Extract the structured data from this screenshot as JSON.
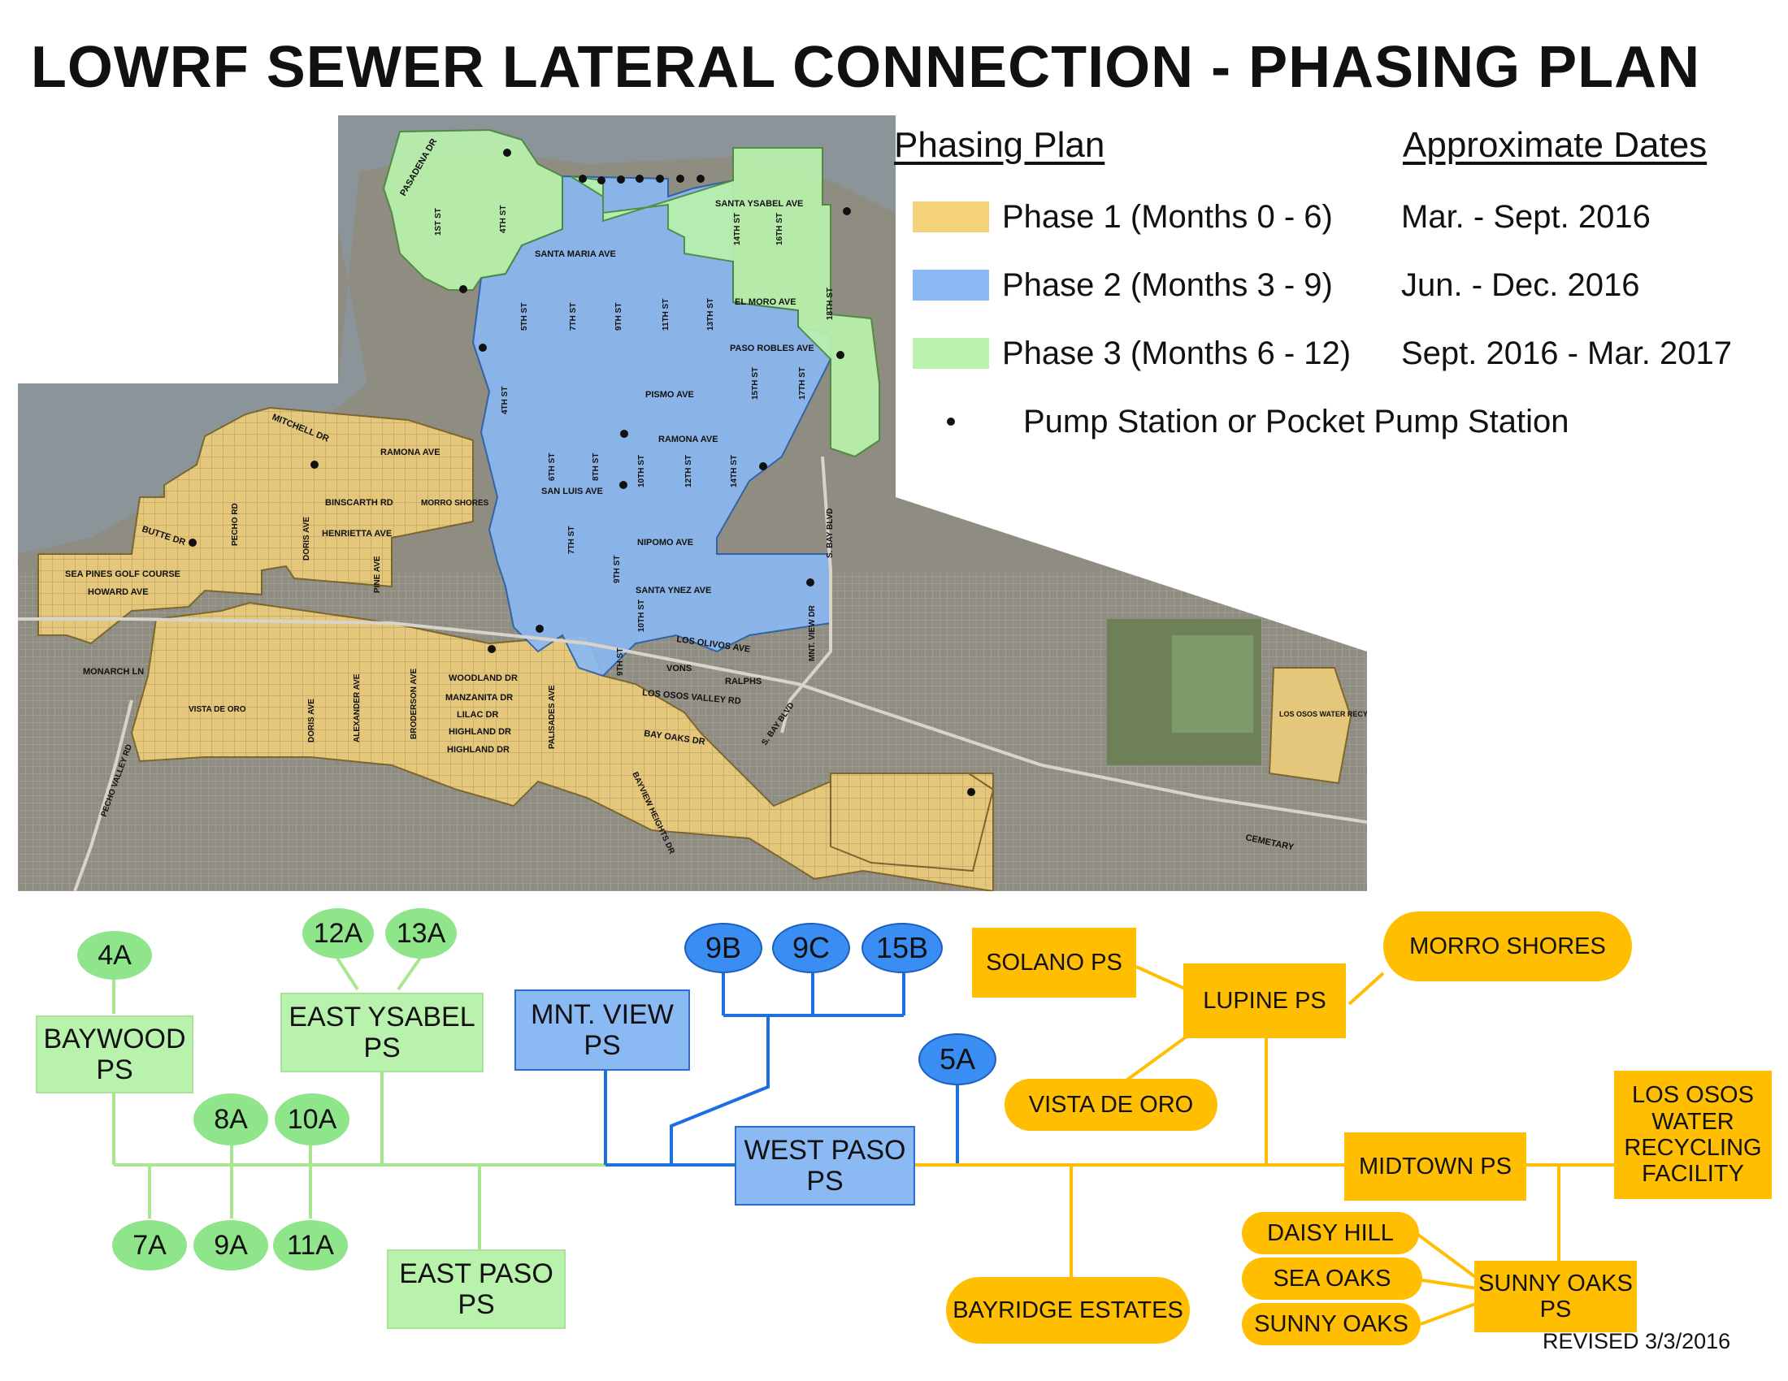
{
  "title": "LOWRF SEWER LATERAL CONNECTION - PHASING PLAN",
  "colors": {
    "phase1": "#f3d27a",
    "phase2": "#8ab9f4",
    "phase3": "#b9f2ad",
    "green_node": "#8ee58a",
    "blue_node": "#3a8df2",
    "orange_node": "#ffbe00"
  },
  "legend": {
    "heading_plan": "Phasing Plan",
    "heading_dates": "Approximate Dates",
    "phase1": {
      "label": "Phase 1 (Months 0 - 6)",
      "dates": "Mar. - Sept. 2016"
    },
    "phase2": {
      "label": "Phase 2 (Months 3 - 9)",
      "dates": "Jun. - Dec. 2016"
    },
    "phase3": {
      "label": "Phase 3 (Months 6 - 12)",
      "dates": "Sept. 2016 - Mar. 2017"
    },
    "pump_station": "Pump Station or Pocket Pump Station"
  },
  "map_labels": {
    "pasadena_dr": "PASADENA DR",
    "st_1st": "1ST ST",
    "st_4th_top": "4TH ST",
    "santa_ysabel_ave": "SANTA YSABEL AVE",
    "st_14th_top": "14TH ST",
    "st_16th_top": "16TH ST",
    "santa_maria_ave": "SANTA MARIA AVE",
    "el_moro_ave": "EL MORO AVE",
    "st_18th": "18TH ST",
    "st_5th": "5TH ST",
    "st_7th_top": "7TH ST",
    "st_9th_top": "9TH ST",
    "st_11th": "11TH ST",
    "st_13th": "13TH ST",
    "paso_robles_ave": "PASO ROBLES AVE",
    "st_15th": "15TH ST",
    "st_17th": "17TH ST",
    "pismo_ave": "PISMO AVE",
    "st_4th_mid": "4TH ST",
    "mitchell_dr": "MITCHELL DR",
    "ramona_ave_w": "RAMONA AVE",
    "ramona_ave_e": "RAMONA AVE",
    "st_6th": "6TH ST",
    "st_8th": "8TH ST",
    "st_10th_mid": "10TH ST",
    "st_12th": "12TH ST",
    "st_14th_mid": "14TH ST",
    "binscarth_rd": "BINSCARTH RD",
    "morro_shores": "MORRO SHORES",
    "san_luis_ave": "SAN LUIS AVE",
    "s_bay_blvd_n": "S. BAY BLVD",
    "butte_dr": "BUTTE DR",
    "pecho_rd": "PECHO RD",
    "doris_ave_n": "DORIS AVE",
    "henrietta_ave": "HENRIETTA AVE",
    "st_7th_mid": "7TH ST",
    "nipomo_ave": "NIPOMO AVE",
    "sea_pines": "SEA PINES GOLF COURSE",
    "howard_ave": "HOWARD AVE",
    "pine_ave": "PINE AVE",
    "st_9th_mid": "9TH ST",
    "santa_ynez_ave": "SANTA YNEZ AVE",
    "st_10th_low": "10TH ST",
    "los_olivos_ave": "LOS OLIVOS AVE",
    "mnt_view_dr": "MNT. VIEW DR",
    "monarch_ln": "MONARCH LN",
    "st_9th_low": "9TH ST",
    "vons": "VONS",
    "ralphs": "RALPHS",
    "woodland_dr": "WOODLAND DR",
    "manzanita_dr": "MANZANITA DR",
    "lilac_dr": "LILAC DR",
    "highland_dr_1": "HIGHLAND DR",
    "highland_dr_2": "HIGHLAND DR",
    "broderson_ave": "BRODERSON AVE",
    "alexander_ave": "ALEXANDER AVE",
    "doris_ave_s": "DORIS AVE",
    "palisades_ave": "PALISADES AVE",
    "los_osos_valley_rd": "LOS OSOS VALLEY RD",
    "bay_oaks_dr": "BAY OAKS DR",
    "s_bay_blvd_s": "S. BAY BLVD",
    "vista_de_oro": "VISTA DE ORO",
    "pecho_valley_rd": "PECHO VALLEY RD",
    "bayview_heights_dr": "BAYVIEW HEIGHTS DR",
    "los_osos_facility": "LOS OSOS WATER RECYCLING FACILITY",
    "cemetary": "CEMETARY"
  },
  "diagram": {
    "n_4a": "4A",
    "baywood_ps": "BAYWOOD PS",
    "n_12a": "12A",
    "n_13a": "13A",
    "east_ysabel_ps": "EAST YSABEL PS",
    "n_8a": "8A",
    "n_10a": "10A",
    "n_7a": "7A",
    "n_9a": "9A",
    "n_11a": "11A",
    "east_paso_ps": "EAST PASO PS",
    "mnt_view_ps": "MNT. VIEW PS",
    "n_9b": "9B",
    "n_9c": "9C",
    "n_15b": "15B",
    "n_5a": "5A",
    "west_paso_ps": "WEST PASO PS",
    "solano_ps": "SOLANO PS",
    "lupine_ps": "LUPINE PS",
    "morro_shores": "MORRO SHORES",
    "vista_de_oro": "VISTA DE ORO",
    "midtown_ps": "MIDTOWN PS",
    "los_osos_facility": "LOS OSOS WATER RECYCLING FACILITY",
    "bayridge_estates": "BAYRIDGE ESTATES",
    "daisy_hill": "DAISY HILL",
    "sea_oaks": "SEA OAKS",
    "sunny_oaks": "SUNNY OAKS",
    "sunny_oaks_ps": "SUNNY OAKS PS"
  },
  "revised": "REVISED 3/3/2016"
}
